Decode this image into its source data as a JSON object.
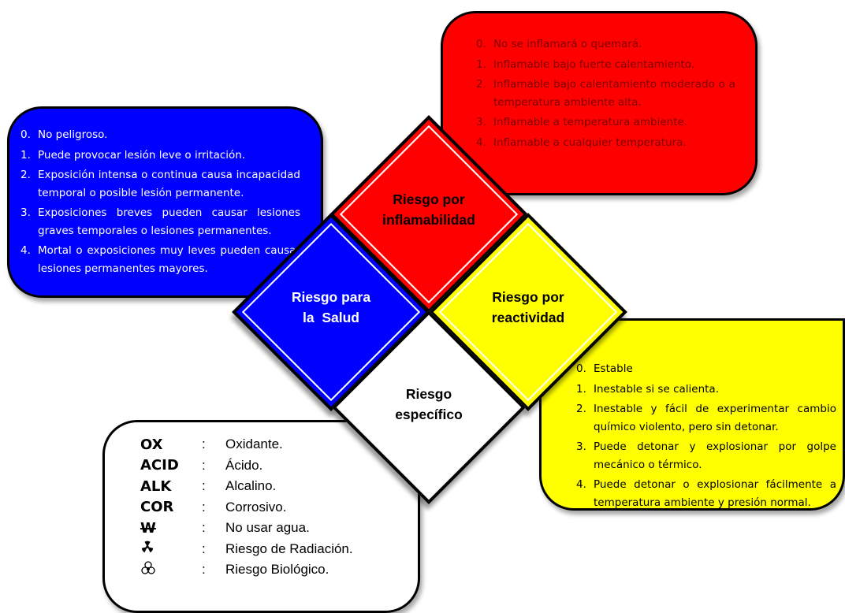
{
  "flammability": {
    "title_line1": "Riesgo por",
    "title_line2": "inflamabilidad",
    "color": "#ff0000",
    "levels": [
      {
        "n": "0.",
        "text": "No se inflamará o quemará."
      },
      {
        "n": "1.",
        "text": "Inflamable bajo fuerte calentamiento."
      },
      {
        "n": "2.",
        "text": "Inflamable bajo calentamiento moderado o a temperatura ambiente alta."
      },
      {
        "n": "3.",
        "text": "Inflamable a temperatura ambiente."
      },
      {
        "n": "4.",
        "text": "Inflamable a cualquier temperatura."
      }
    ]
  },
  "health": {
    "title_line1": "Riesgo para",
    "title_line2": "la  Salud",
    "color": "#0000ff",
    "levels": [
      {
        "n": "0.",
        "text": "No peligroso."
      },
      {
        "n": "1.",
        "text": "Puede provocar lesión leve o irritación."
      },
      {
        "n": "2.",
        "text": "Exposición intensa o continua causa incapacidad temporal o posible lesión permanente."
      },
      {
        "n": "3.",
        "text": "Exposiciones breves pueden causar lesiones graves temporales o lesiones permanentes."
      },
      {
        "n": "4.",
        "text": "Mortal o exposiciones muy leves pueden causar lesiones permanentes mayores."
      }
    ]
  },
  "reactivity": {
    "title_line1": "Riesgo por",
    "title_line2": "reactividad",
    "color": "#ffff00",
    "levels": [
      {
        "n": "0.",
        "text": "Estable"
      },
      {
        "n": "1.",
        "text": "Inestable si se calienta."
      },
      {
        "n": "2.",
        "text": "Inestable y fácil de experimentar cambio químico violento, pero sin detonar."
      },
      {
        "n": "3.",
        "text": "Puede detonar y explosionar por golpe mecánico o térmico."
      },
      {
        "n": "4.",
        "text": "Puede detonar o explosionar fácilmente a temperatura ambiente y presión normal."
      }
    ]
  },
  "specific": {
    "title_line1": "Riesgo",
    "title_line2": "específico",
    "color": "#ffffff",
    "codes": [
      {
        "code": "OX",
        "desc": "Oxidante."
      },
      {
        "code": "ACID",
        "desc": "Ácido."
      },
      {
        "code": "ALK",
        "desc": "Alcalino."
      },
      {
        "code": "COR",
        "desc": "Corrosivo."
      },
      {
        "code": "W",
        "desc": "No usar agua."
      },
      {
        "code": "",
        "icon": "radiation-icon",
        "desc": "Riesgo de Radiación."
      },
      {
        "code": "",
        "icon": "biohazard-icon",
        "desc": "Riesgo Biológico."
      }
    ],
    "colon": ":"
  }
}
